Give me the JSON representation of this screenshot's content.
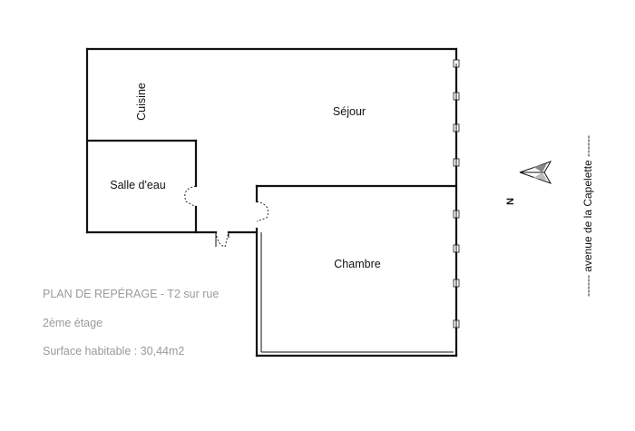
{
  "plan": {
    "rooms": {
      "cuisine": "Cuisine",
      "sejour": "Séjour",
      "salle_deau": "Salle d'eau",
      "chambre": "Chambre"
    },
    "street": "------ avenue de la Capelette ------",
    "north": "N"
  },
  "info": {
    "title": "PLAN DE REPÉRAGE - T2 sur rue",
    "floor": "2ème étage",
    "surface": "Surface habitable : 30,44m2"
  },
  "colors": {
    "walls": "#111111",
    "info_text": "#9a9a9a"
  }
}
